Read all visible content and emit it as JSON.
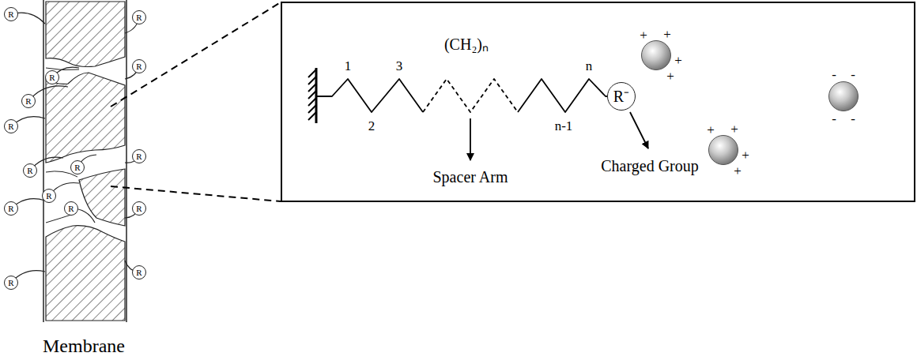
{
  "diagram": {
    "nodes": [
      {
        "text": [
          "R"
        ]
      },
      {
        "text": [
          "R"
        ]
      },
      {
        "text": [
          "R"
        ]
      },
      {
        "text": [
          "R"
        ]
      },
      {
        "text": [
          "R"
        ]
      },
      {
        "text": [
          "R"
        ]
      },
      {
        "text": [
          "R"
        ]
      },
      {
        "text": [
          "R"
        ]
      },
      {
        "text": [
          "R"
        ]
      },
      {
        "text": [
          "R"
        ]
      },
      {
        "text": [
          "R"
        ]
      },
      {
        "text": [
          "R"
        ]
      },
      {
        "text": [
          "R"
        ]
      },
      {
        "text": [
          "R"
        ]
      },
      {
        "text": [
          "R"
        ]
      },
      {
        "text": [
          "R⁻"
        ]
      },
      {
        "text": [
          "+",
          "+",
          "+",
          "+"
        ]
      },
      {
        "text": [
          "+",
          "+",
          "+",
          "+"
        ]
      },
      {
        "text": [
          "-",
          "-",
          "-",
          "-"
        ]
      }
    ],
    "labels": [
      "(CH₂)ₙ",
      "1",
      "2",
      "3",
      "n-1",
      "n",
      "Spacer Arm",
      "Charged Group",
      "Membrane"
    ]
  }
}
